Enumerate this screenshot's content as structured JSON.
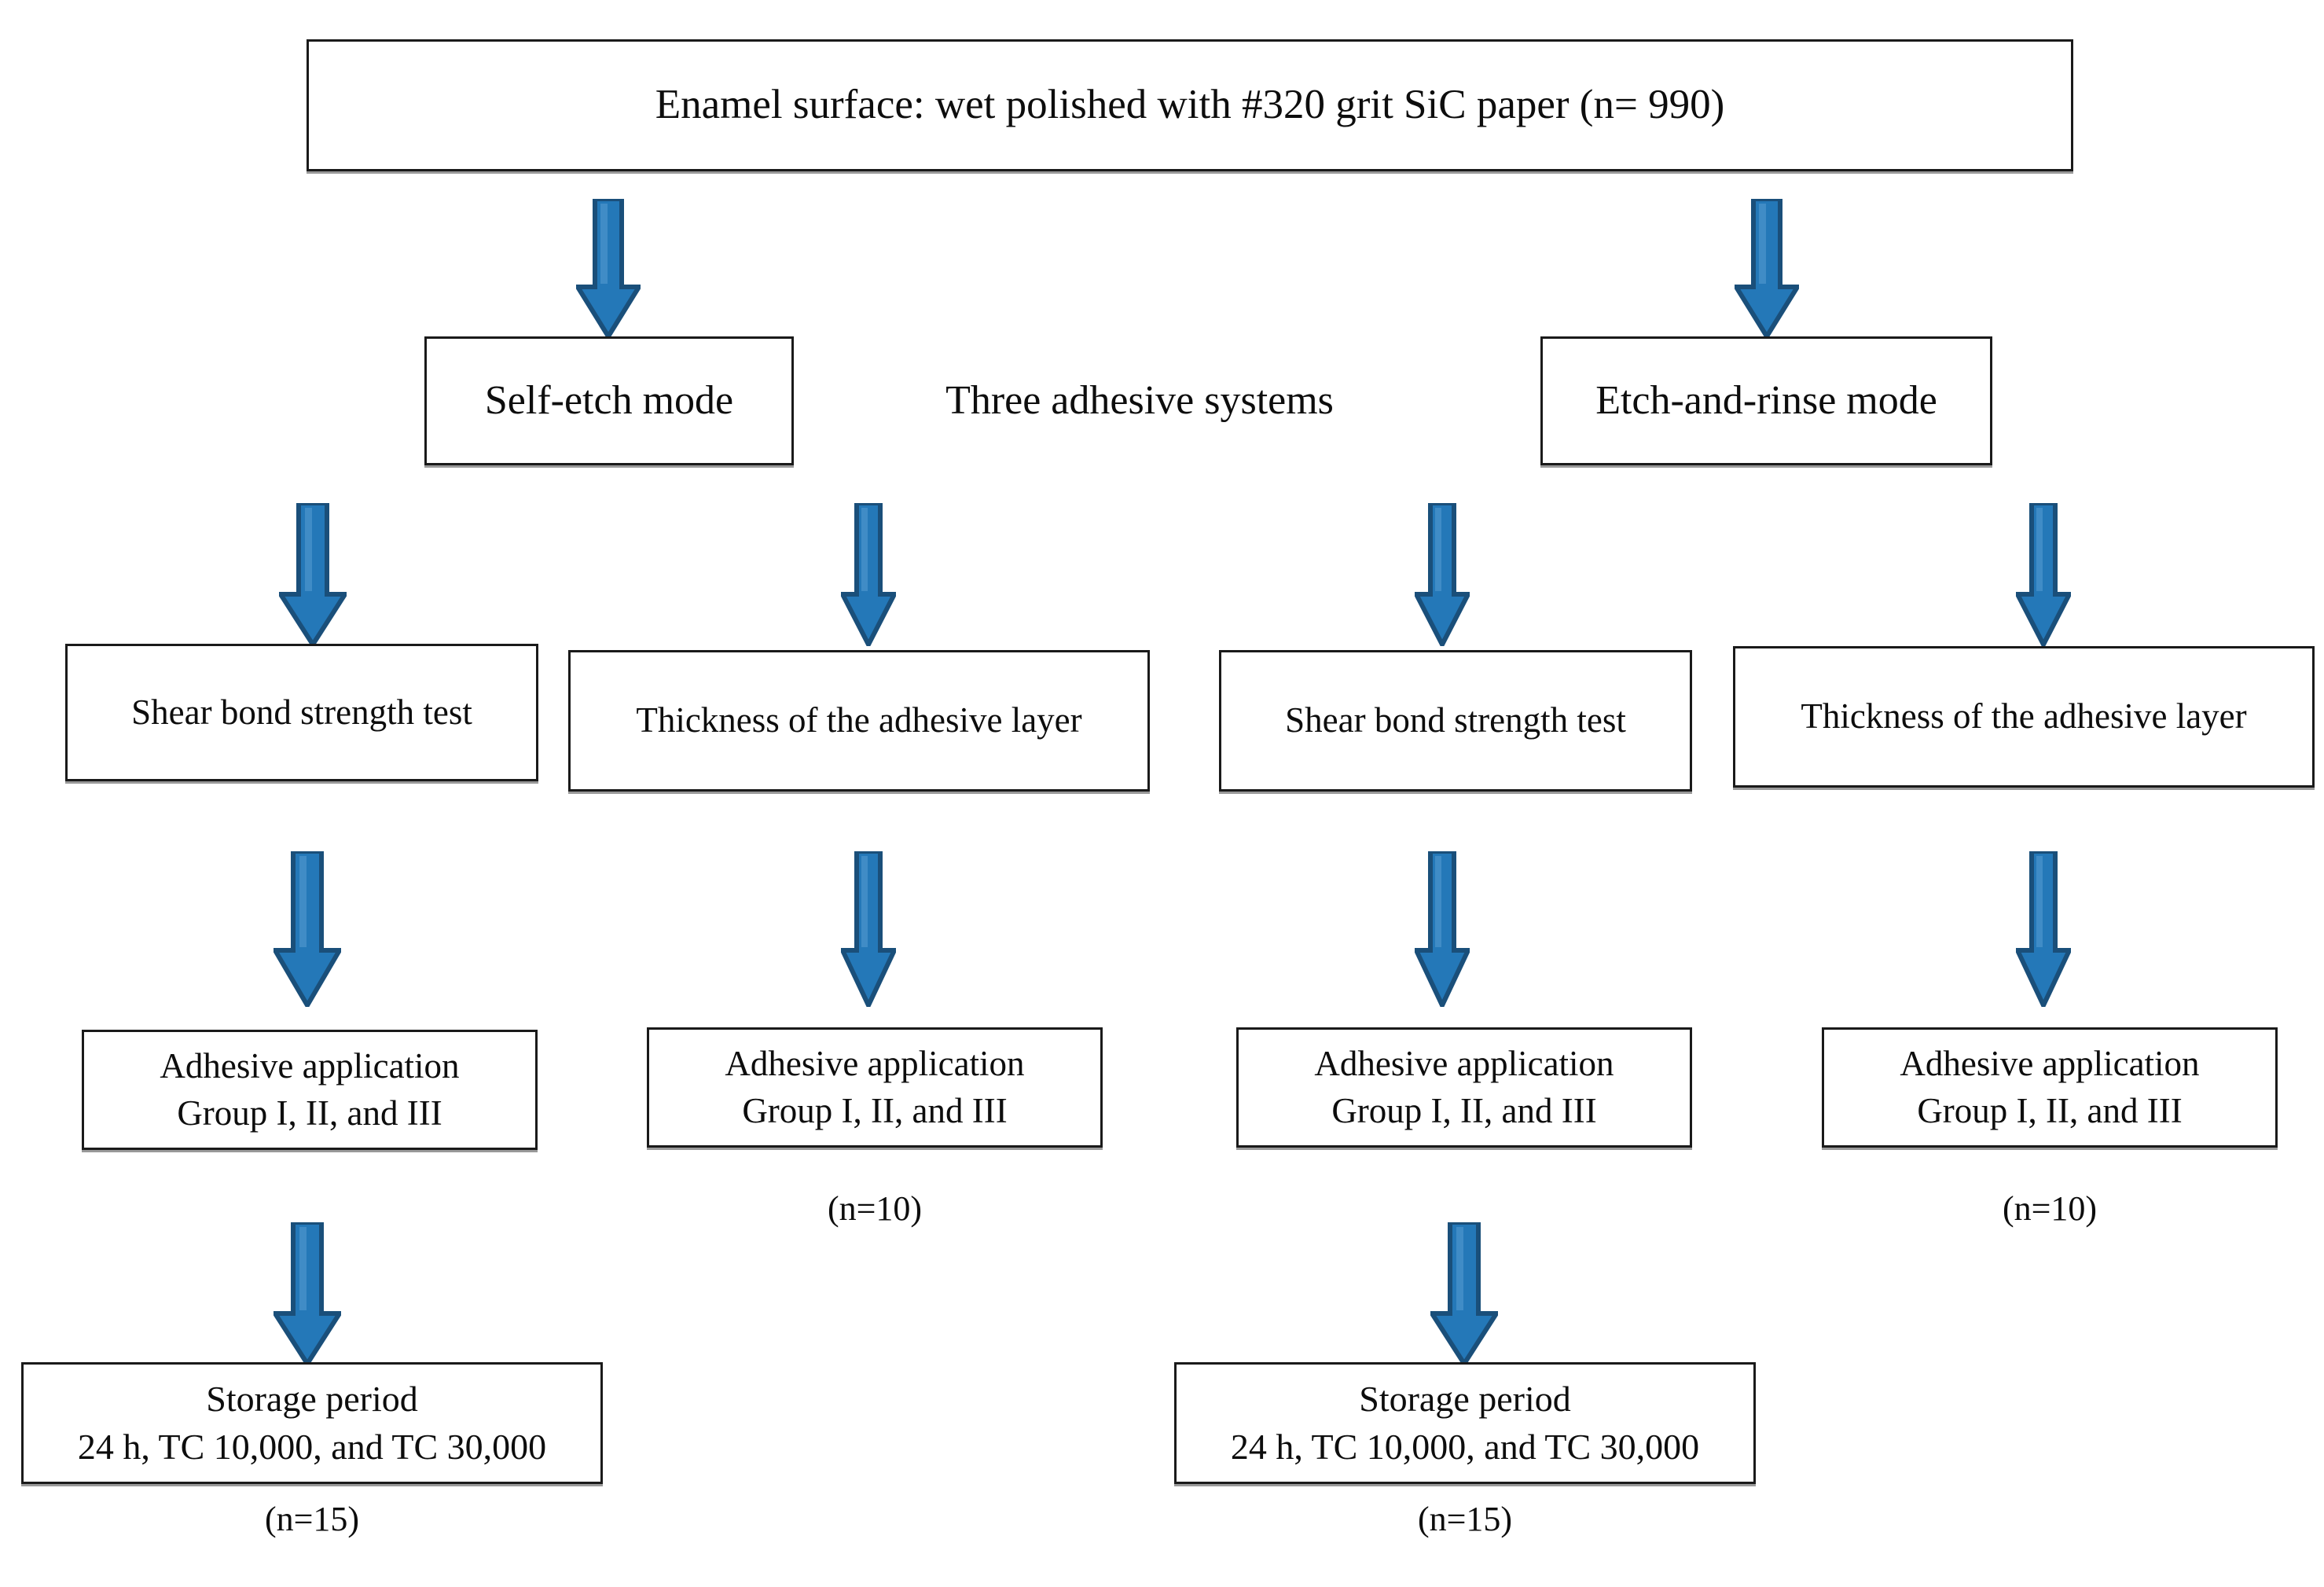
{
  "figure": {
    "title": "Study design flowchart",
    "type": "flowchart",
    "background_color": "#ffffff",
    "box_border_color": "#1a1a1a",
    "arrow_fill_color": "#2478b8",
    "arrow_edge_color": "#1a4f7a",
    "text_color": "#0d0d0d"
  },
  "nodes": {
    "root": {
      "text": "Enamel surface: wet polished with #320 grit SiC paper (n= 990)"
    },
    "mode_self_etch": {
      "text": "Self-etch mode"
    },
    "mode_etch_and_rinse": {
      "text": "Etch-and-rinse mode"
    },
    "free_label_systems": {
      "text": "Three adhesive systems"
    },
    "test_sbs_left": {
      "text": "Shear bond strength  test"
    },
    "test_thickness_left": {
      "text": "Thickness  of the adhesive layer"
    },
    "test_sbs_right": {
      "text": "Shear bond strength  test"
    },
    "test_thickness_right": {
      "text": "Thickness  of the adhesive  layer"
    },
    "adhesive_col1": {
      "line1": "Adhesive  application",
      "line2": "Group I, II, and III"
    },
    "adhesive_col2": {
      "line1": "Adhesive  application",
      "line2": "Group I, II, and III",
      "caption": "(n=10)"
    },
    "adhesive_col3": {
      "line1": "Adhesive  application",
      "line2": "Group I, II, and III"
    },
    "adhesive_col4": {
      "line1": "Adhesive  application",
      "line2": "Group I, II, and III",
      "caption": "(n=10)"
    },
    "storage_col1": {
      "line1": "Storage period",
      "line2": "24 h, TC 10,000, and TC 30,000",
      "caption": "(n=15)"
    },
    "storage_col3": {
      "line1": "Storage period",
      "line2": "24 h, TC 10,000, and TC 30,000",
      "caption": "(n=15)"
    }
  },
  "arrows": [
    {
      "name": "arrow-root-to-self-etch",
      "direction": "down"
    },
    {
      "name": "arrow-root-to-etch-and-rinse",
      "direction": "down"
    },
    {
      "name": "arrow-self-etch-to-sbs",
      "direction": "down"
    },
    {
      "name": "arrow-self-etch-to-thickness",
      "direction": "down"
    },
    {
      "name": "arrow-etch-rinse-to-sbs",
      "direction": "down"
    },
    {
      "name": "arrow-etch-rinse-to-thickness",
      "direction": "down"
    },
    {
      "name": "arrow-sbs1-to-adhesive1",
      "direction": "down"
    },
    {
      "name": "arrow-thickness1-to-adhesive2",
      "direction": "down"
    },
    {
      "name": "arrow-sbs2-to-adhesive3",
      "direction": "down"
    },
    {
      "name": "arrow-thickness2-to-adhesive4",
      "direction": "down"
    },
    {
      "name": "arrow-adhesive1-to-storage1",
      "direction": "down"
    },
    {
      "name": "arrow-adhesive3-to-storage3",
      "direction": "down"
    }
  ]
}
